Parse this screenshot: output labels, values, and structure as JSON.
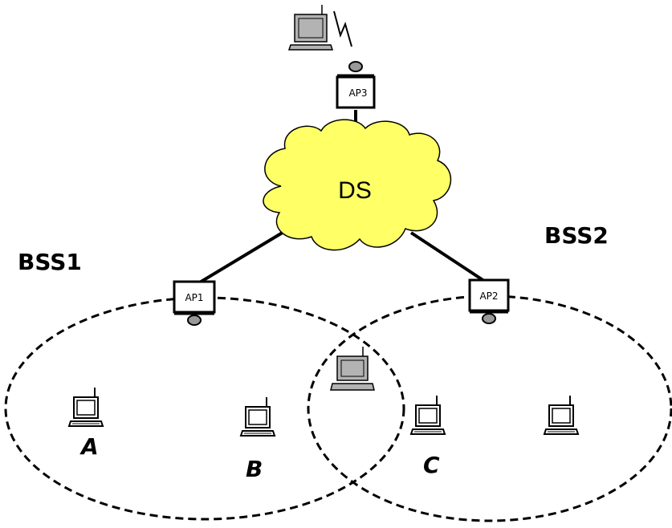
{
  "diagram": {
    "bss1_label": "BSS1",
    "bss2_label": "BSS2",
    "ds_label": "DS",
    "ap1_label": "AP1",
    "ap2_label": "AP2",
    "ap3_label": "AP3",
    "station_a_label": "A",
    "station_b_label": "B",
    "station_c_label": "C"
  },
  "colors": {
    "cloud_fill": "#ffff66",
    "roaming_laptop": "#b3b3b3",
    "line": "#000000"
  }
}
